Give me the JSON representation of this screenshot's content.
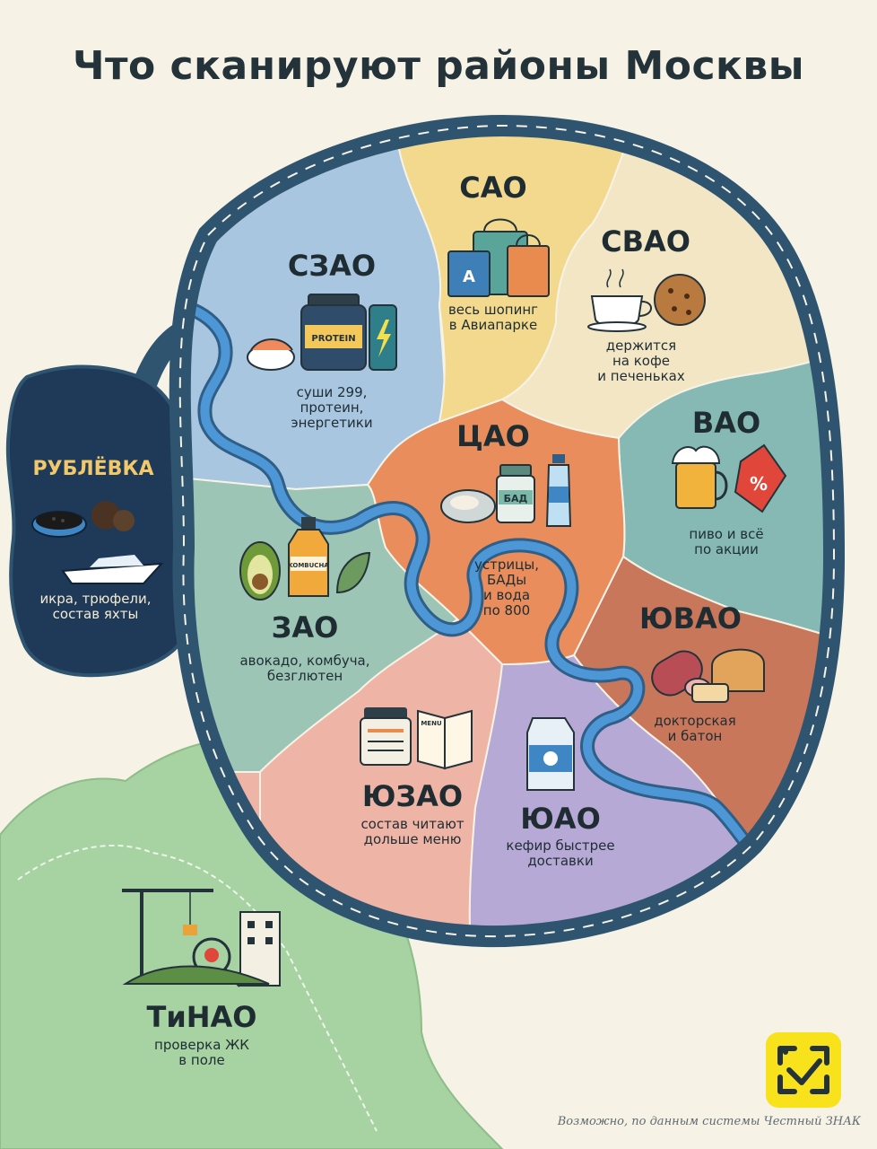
{
  "title": "Что сканируют районы Москвы",
  "districts": {
    "sao": {
      "name": "САО",
      "caption": "весь шопинг\nв Авиапарке"
    },
    "svao": {
      "name": "СВАО",
      "caption": "держится\nна кофе\nи печеньках"
    },
    "szao": {
      "name": "СЗАО",
      "caption": "суши 299,\nпротеин,\nэнергетики"
    },
    "cao": {
      "name": "ЦАО",
      "caption": "устрицы,\nБАДы\nи вода\nпо 800"
    },
    "vao": {
      "name": "ВАО",
      "caption": "пиво и всё\nпо акции"
    },
    "zao": {
      "name": "ЗАО",
      "caption": "авокадо, комбуча,\nбезглютен"
    },
    "yuvao": {
      "name": "ЮВАО",
      "caption": "докторская\nи батон"
    },
    "yuzao": {
      "name": "ЮЗАО",
      "caption": "состав читают\nдольше меню"
    },
    "yuao": {
      "name": "ЮАО",
      "caption": "кефир быстрее\nдоставки"
    },
    "rublevka": {
      "name": "РУБЛЁВКА",
      "caption": "икра, трюфели,\nсостав яхты"
    },
    "tinao": {
      "name": "ТиНАО",
      "caption": "проверка ЖК\nв поле"
    }
  },
  "icon_labels": {
    "protein": "PROTEIN",
    "bad": "БАД",
    "kombucha": "KOMBUCHA",
    "menu": "MENU"
  },
  "footnote": "Возможно, по данным системы Честный ЗНАК",
  "colors": {
    "background": "#f6f2e6",
    "mkad": "#2f5470",
    "sao": "#f3d98d",
    "svao": "#f2e6c4",
    "szao": "#a9c6e1",
    "cao": "#e88d5b",
    "vao": "#86b9b4",
    "zao": "#9dc5b6",
    "yuvao": "#c8775a",
    "yuzao": "#eeb4a6",
    "yuao": "#b6a9d6",
    "rublevka": "#1f3a58",
    "tinao": "#a7d2a2",
    "river": "#3f86c4",
    "badge": "#f7e21b"
  }
}
